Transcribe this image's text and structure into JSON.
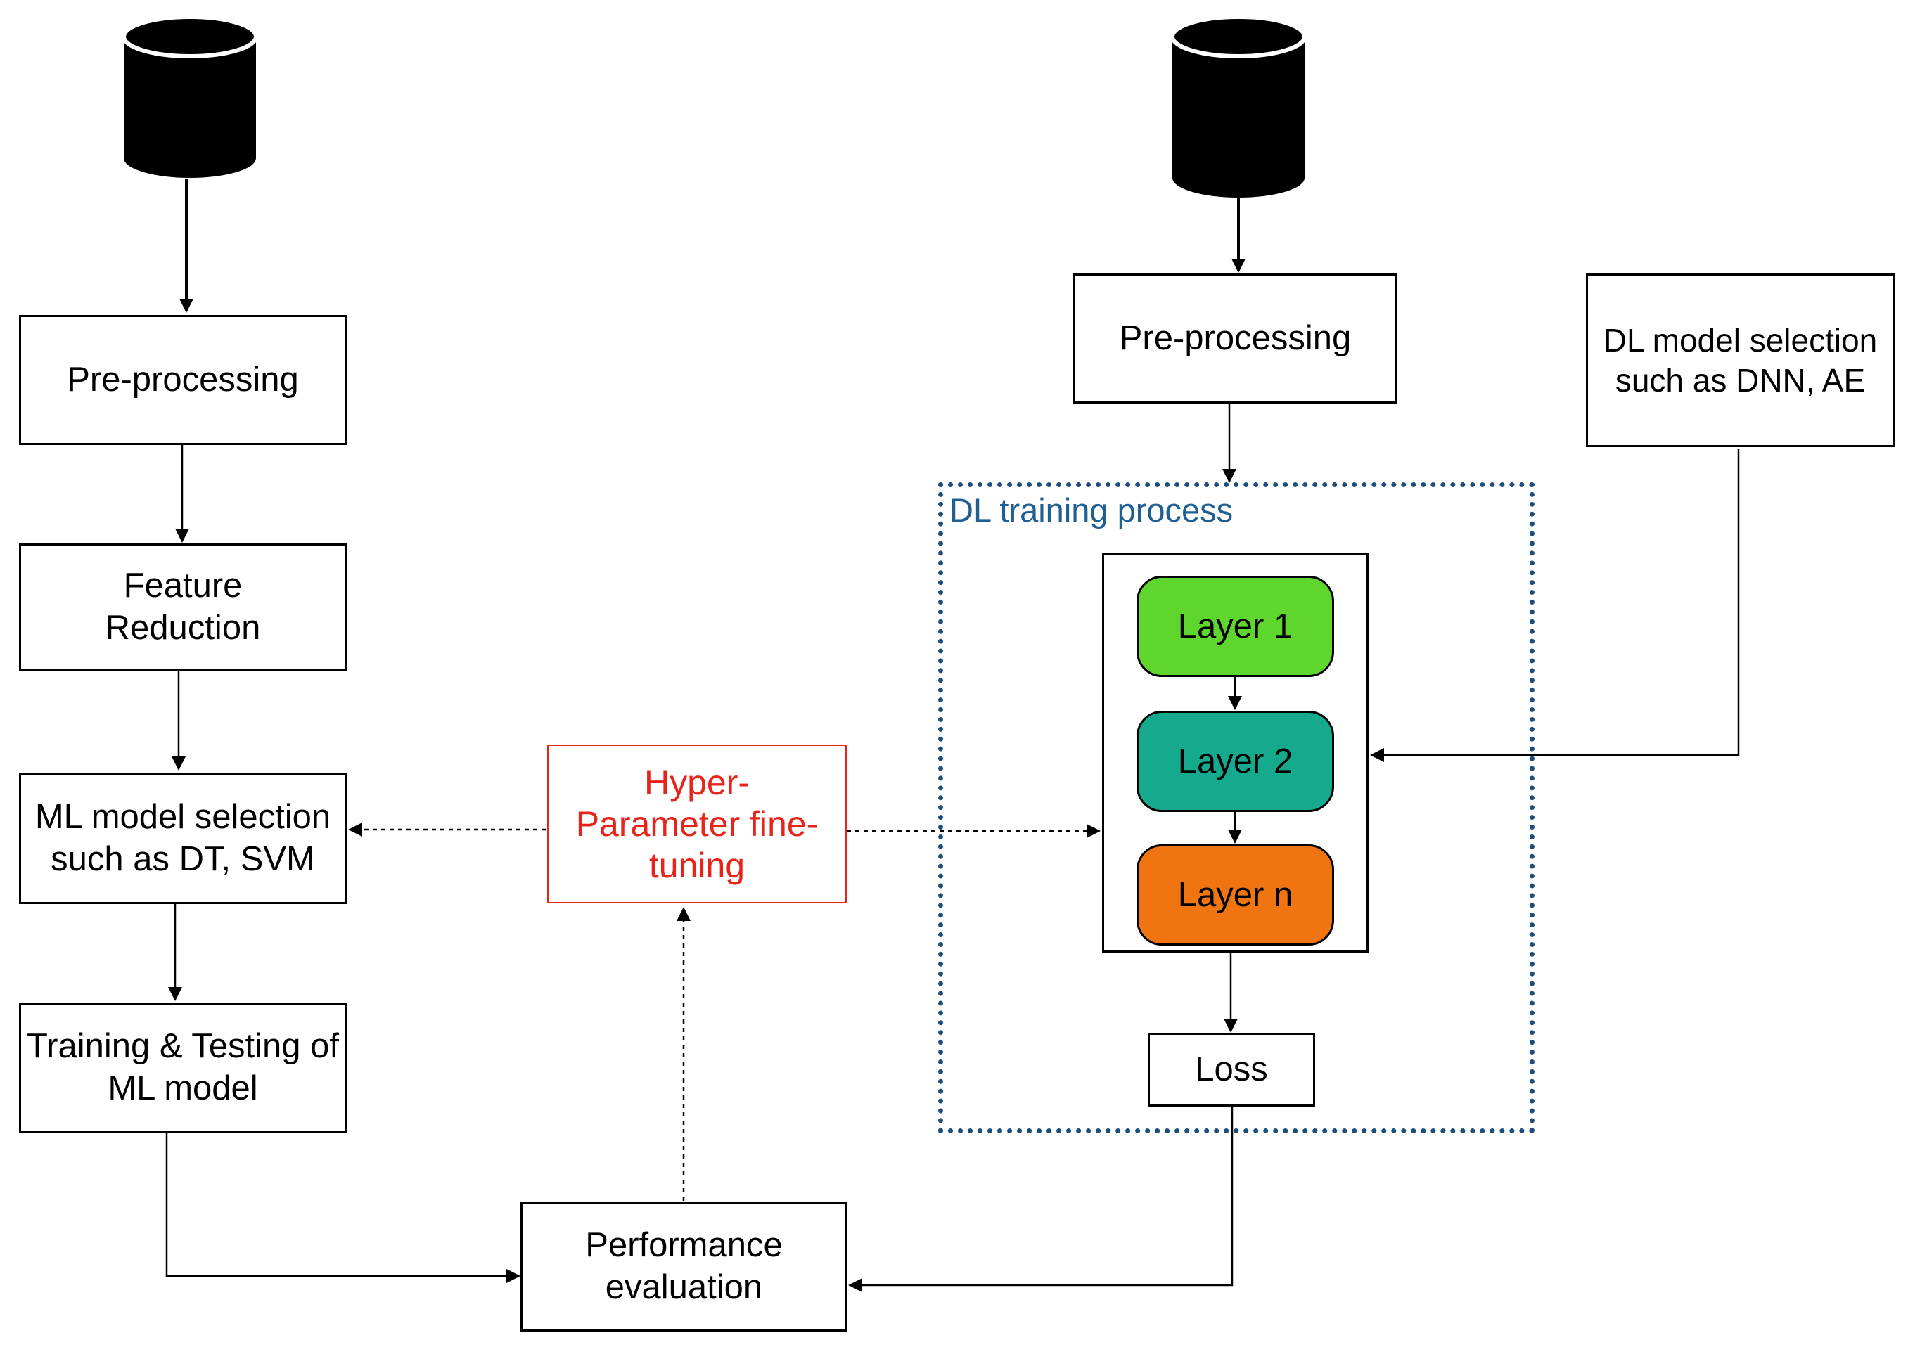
{
  "colors": {
    "layer1": "#5ed62e",
    "layer2": "#15a98e",
    "layern": "#f07410",
    "hyper": "#e8241a",
    "dl_frame": "#1d4f7d",
    "dl_label": "#1f5f94"
  },
  "icons": {
    "left_db": "database-icon",
    "right_db": "database-icon"
  },
  "ml_pipeline": {
    "preprocessing": "Pre-processing",
    "feature_reduction": "Feature\nReduction",
    "model_selection": "ML model selection\nsuch as DT, SVM",
    "training_testing": "Training & Testing of\nML model"
  },
  "dl_pipeline": {
    "preprocessing": "Pre-processing",
    "model_selection": "DL model selection\nsuch as DNN, AE",
    "training_process_label": "DL training process",
    "layers": [
      "Layer 1",
      "Layer 2",
      "Layer n"
    ],
    "loss": "Loss"
  },
  "hyperparameter": "Hyper-\nParameter fine-\ntuning",
  "performance": "Performance\nevaluation"
}
